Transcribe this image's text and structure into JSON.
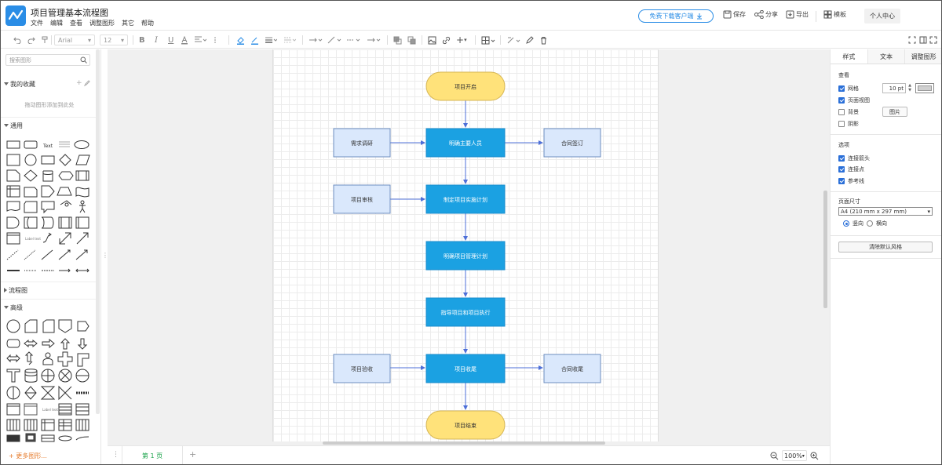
{
  "app": {
    "title": "项目管理基本流程图",
    "menu": [
      "文件",
      "编辑",
      "查看",
      "调整图形",
      "其它",
      "帮助"
    ],
    "download_btn": "免费下载客户端",
    "actions": {
      "save": "保存",
      "share": "分享",
      "export": "导出",
      "template": "模板"
    },
    "user_center": "个人中心",
    "accent_color": "#2a8de6"
  },
  "toolbar": {
    "font_family": "Arial",
    "font_size": "12"
  },
  "left_panel": {
    "search_placeholder": "搜索图形",
    "favorites": {
      "title": "我的收藏",
      "hint": "拖动图形添加到此处"
    },
    "general": {
      "title": "通用"
    },
    "flowchart": {
      "title": "流程图"
    },
    "advanced": {
      "title": "高级"
    },
    "more_shapes": "+ 更多图形..."
  },
  "diagram": {
    "start": "项目开启",
    "end": "项目结束",
    "main_steps": [
      "明确主要人员",
      "制定项目实施计划",
      "明确项目管理计划",
      "指导项目和项目执行",
      "项目收尾"
    ],
    "side_left": [
      "需求调研",
      "项目审核",
      "项目验收"
    ],
    "side_right": [
      "合同签订",
      "合同收尾"
    ],
    "colors": {
      "terminal_fill": "#ffe27a",
      "terminal_stroke": "#d6b656",
      "process_fill": "#1ba1e2",
      "process_stroke": "#1a8ccc",
      "side_fill": "#dae8fc",
      "side_stroke": "#6c8ebf",
      "connector": "#4d6fd8"
    }
  },
  "bottom": {
    "page_tab": "第 1 页",
    "zoom": "100%"
  },
  "right_panel": {
    "tabs": [
      "样式",
      "文本",
      "调整图形"
    ],
    "view": {
      "title": "查看",
      "grid": "网格",
      "grid_size": "10 pt",
      "page_view": "页面视图",
      "background": "背景",
      "image_btn": "图片",
      "shadow": "阴影"
    },
    "options": {
      "title": "选项",
      "connection_arrows": "连接箭头",
      "connection_points": "连接点",
      "guides": "参考线"
    },
    "page_size": {
      "title": "页面尺寸",
      "value": "A4 (210 mm x 297 mm)",
      "portrait": "竖向",
      "landscape": "横向"
    },
    "clear_default_style": "清除默认风格"
  }
}
